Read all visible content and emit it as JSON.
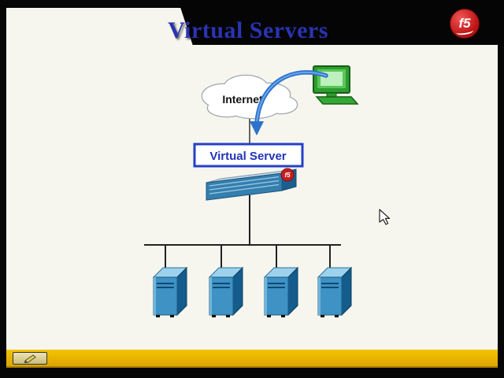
{
  "header": {
    "title": "Virtual Servers",
    "logo_label": "f5"
  },
  "diagram": {
    "cloud_label": "Internet",
    "virtual_server_label": "Virtual Server",
    "server_count": 4
  },
  "colors": {
    "title_blue": "#2a34b0",
    "label_blue": "#2233bb",
    "arrow_blue": "#2b72cc",
    "f5_red": "#c51f1f",
    "server_front_blue": "#3e92c4",
    "computer_green": "#2e9c2e",
    "bar_gold": "#e3ae00"
  }
}
